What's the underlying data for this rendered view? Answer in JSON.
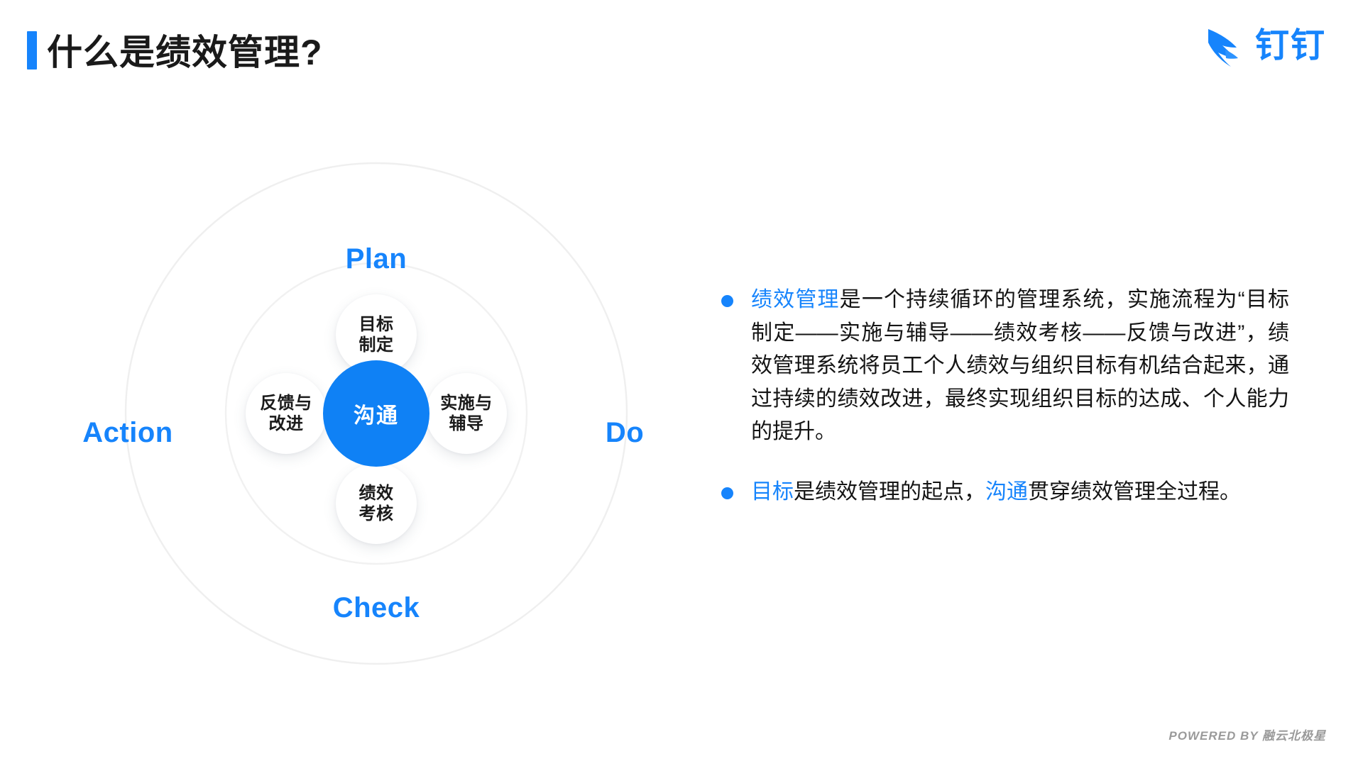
{
  "header": {
    "title": "什么是绩效管理?",
    "accent_color": "#1684FC",
    "brand_name": "钉钉",
    "brand_icon": "dingtalk-wing-icon"
  },
  "diagram": {
    "type": "pdca-cycle",
    "center_node": {
      "label": "沟通",
      "color": "#0F81F5",
      "text_color": "#FFFFFF"
    },
    "stages": [
      {
        "ring_label": "Plan",
        "position": "top",
        "line1": "目标",
        "line2": "制定"
      },
      {
        "ring_label": "Do",
        "position": "right",
        "line1": "实施与",
        "line2": "辅导"
      },
      {
        "ring_label": "Check",
        "position": "bottom",
        "line1": "绩效",
        "line2": "考核"
      },
      {
        "ring_label": "Action",
        "position": "left",
        "line1": "反馈与",
        "line2": "改进"
      }
    ],
    "ring_label_color": "#1684FC",
    "ring_stroke_color": "#EFEFEF"
  },
  "bullets": [
    {
      "segments": [
        {
          "text": "绩效管理",
          "highlight": true
        },
        {
          "text": "是一个持续循环的管理系统，实施流程为“目标制定——实施与辅导——绩效考核——反馈与改进”，绩效管理系统将员工个人绩效与组织目标有机结合起来，通过持续的绩效改进，最终实现组织目标的达成、个人能力的提升。",
          "highlight": false
        }
      ]
    },
    {
      "segments": [
        {
          "text": "目标",
          "highlight": true
        },
        {
          "text": "是绩效管理的起点，",
          "highlight": false
        },
        {
          "text": "沟通",
          "highlight": true
        },
        {
          "text": "贯穿绩效管理全过程。",
          "highlight": false
        }
      ]
    }
  ],
  "footer": {
    "text": "POWERED BY 融云北极星"
  }
}
